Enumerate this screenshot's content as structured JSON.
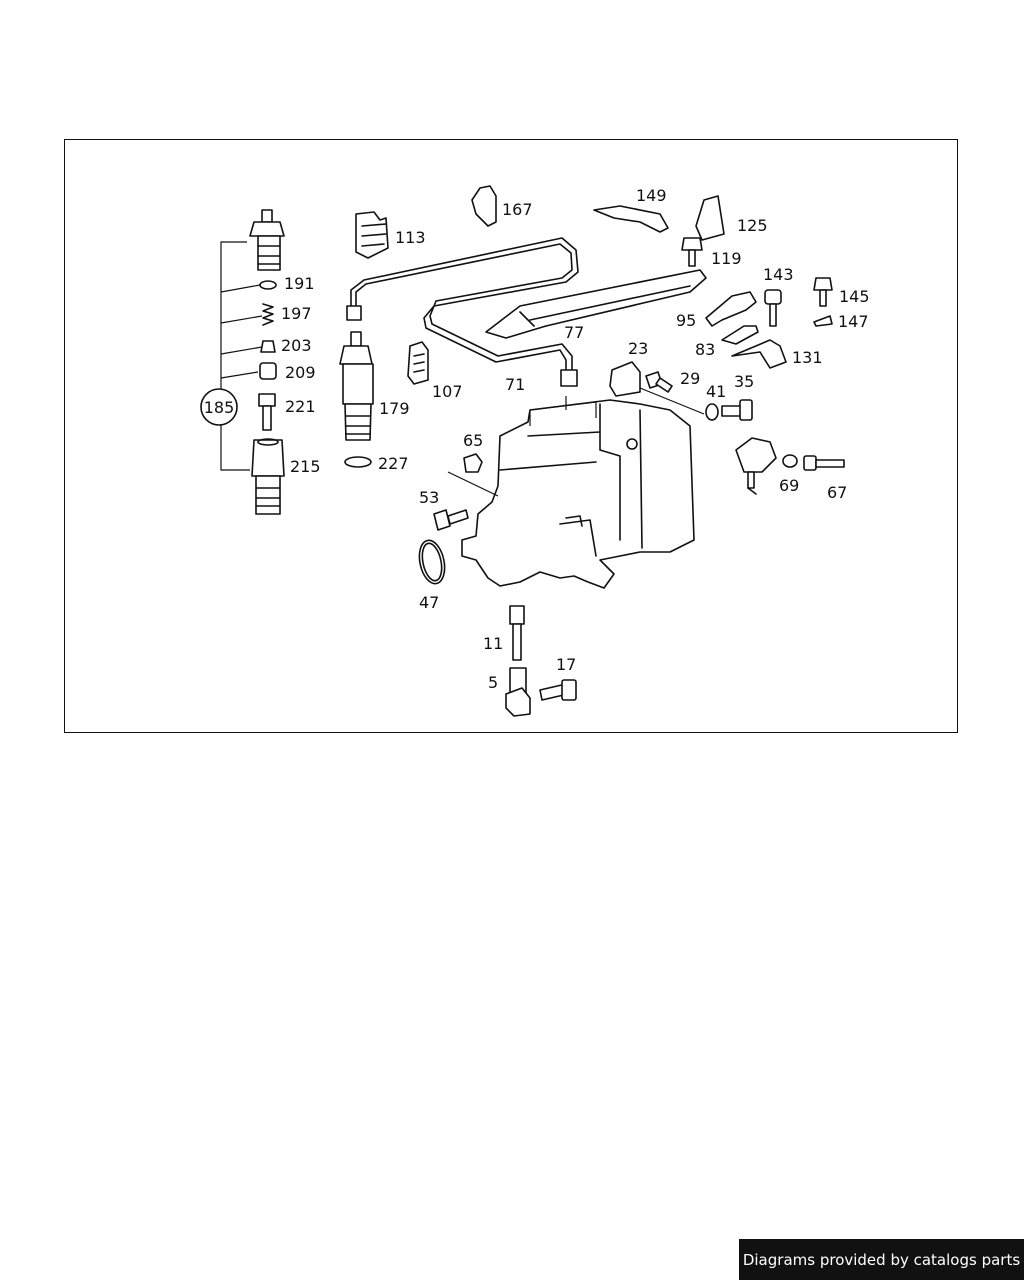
{
  "diagram": {
    "part_numbers": [
      "185",
      "191",
      "197",
      "203",
      "209",
      "221",
      "215",
      "179",
      "227",
      "113",
      "107",
      "167",
      "71",
      "77",
      "149",
      "125",
      "119",
      "143",
      "145",
      "147",
      "95",
      "83",
      "131",
      "23",
      "29",
      "41",
      "35",
      "65",
      "53",
      "47",
      "69",
      "67",
      "11",
      "5",
      "17"
    ]
  },
  "footer": {
    "credit": "Diagrams provided by catalogs parts"
  }
}
